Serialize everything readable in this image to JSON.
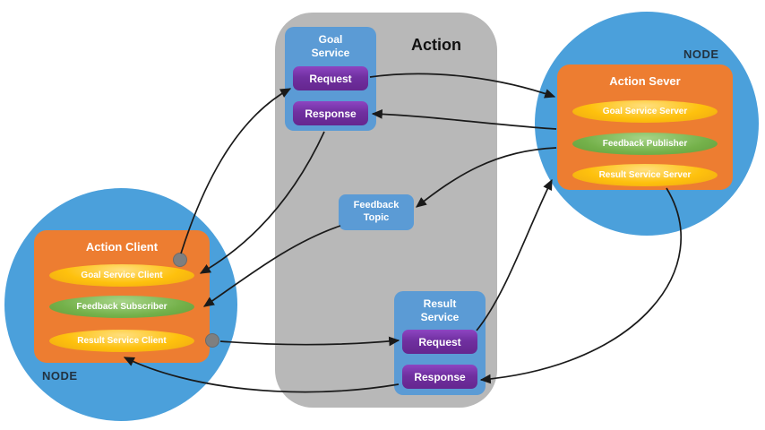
{
  "action": {
    "label": "Action",
    "goal_service": {
      "title_line1": "Goal",
      "title_line2": "Service",
      "request": "Request",
      "response": "Response"
    },
    "feedback_topic": {
      "title_line1": "Feedback",
      "title_line2": "Topic"
    },
    "result_service": {
      "title_line1": "Result",
      "title_line2": "Service",
      "request": "Request",
      "response": "Response"
    }
  },
  "server_node": {
    "label": "NODE",
    "title": "Action Sever",
    "items": [
      {
        "label": "Goal Service Server",
        "color": "#FFC000"
      },
      {
        "label": "Feedback Publisher",
        "color": "#70AD47"
      },
      {
        "label": "Result Service Server",
        "color": "#FFC000"
      }
    ]
  },
  "client_node": {
    "label": "NODE",
    "title": "Action Client",
    "items": [
      {
        "label": "Goal Service Client",
        "color": "#FFC000"
      },
      {
        "label": "Feedback Subscriber",
        "color": "#70AD47"
      },
      {
        "label": "Result Service Client",
        "color": "#FFC000"
      }
    ]
  },
  "connections": [
    {
      "from": "goal-service-client",
      "to": "goal-request"
    },
    {
      "from": "goal-request",
      "to": "action-server"
    },
    {
      "from": "action-server",
      "to": "goal-response"
    },
    {
      "from": "goal-response",
      "to": "goal-service-client"
    },
    {
      "from": "feedback-publisher",
      "to": "feedback-topic"
    },
    {
      "from": "feedback-topic",
      "to": "feedback-subscriber"
    },
    {
      "from": "result-service-client",
      "to": "result-request"
    },
    {
      "from": "result-request",
      "to": "result-service-server"
    },
    {
      "from": "result-service-server",
      "to": "result-response"
    },
    {
      "from": "result-response",
      "to": "result-service-client"
    }
  ],
  "colors": {
    "node_circle": "#4BA0DB",
    "service_box": "#5B9BD5",
    "request_button": "#7030A0",
    "node_box": "#ED7D31",
    "gold_item": "#FFC000",
    "green_item": "#70AD47",
    "container": "#B8B8B8",
    "arrow": "#1A1A1A",
    "dot": "#7F7F7F"
  }
}
